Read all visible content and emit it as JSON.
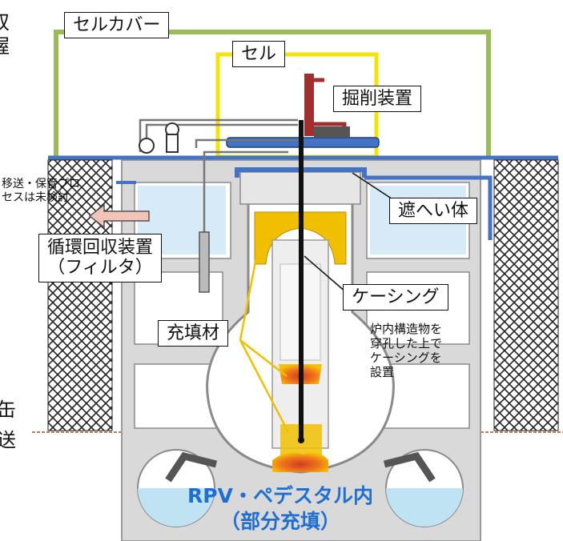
{
  "labels": {
    "cell_cover": "セルカバー",
    "cell": "セル",
    "excavator": "掘削装置",
    "shield": "遮へい体",
    "recovery_line1": "循環回収装置",
    "recovery_line2": "（フィルタ）",
    "casing": "ケーシング",
    "filler": "充填材"
  },
  "notes": {
    "transfer": "移送・保管プロ\nセスは未検討",
    "casing_note": "炉内構造物を\n穿孔した上で\nケーシングを\n設置"
  },
  "title": {
    "line1": "RPV・ペデスタル内",
    "line2": "（部分充填）"
  },
  "edge_text": {
    "top_left_1": "双",
    "top_left_2": "握",
    "bottom_left_1": "缶",
    "bottom_left_2": "送"
  },
  "colors": {
    "cell_cover": "#9bbb59",
    "cell": "#f5e400",
    "shield": "#4472c4",
    "filler": "#f0c000",
    "water": "#d6ebf7",
    "concrete": "#d9d9d9",
    "title": "#1f6fd0",
    "arrow": "#f2c4b8"
  }
}
